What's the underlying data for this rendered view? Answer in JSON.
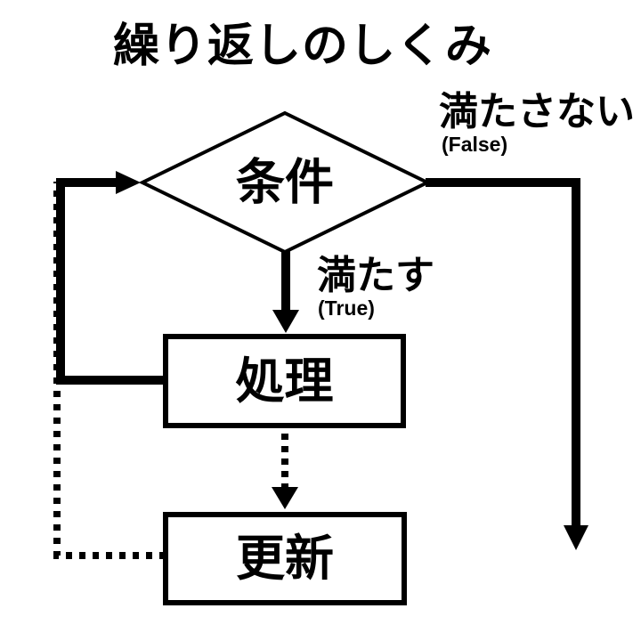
{
  "page": {
    "title": "繰り返しのしくみ",
    "background_color": "#ffffff",
    "ink_color": "#000000"
  },
  "flowchart": {
    "nodes": [
      {
        "id": "condition",
        "shape": "diamond",
        "label": "条件"
      },
      {
        "id": "process",
        "shape": "rectangle",
        "label": "処理"
      },
      {
        "id": "update",
        "shape": "rectangle",
        "label": "更新"
      }
    ],
    "edges": [
      {
        "from": "condition",
        "to": "process",
        "style": "solid-arrow",
        "label": "満たす",
        "sublabel": "(True)"
      },
      {
        "from": "condition",
        "to": "exit",
        "style": "solid-arrow",
        "label": "満たさない",
        "sublabel": "(False)"
      },
      {
        "from": "process",
        "to": "condition",
        "style": "solid-line",
        "label": ""
      },
      {
        "from": "process",
        "to": "update",
        "style": "dashed-arrow",
        "label": ""
      },
      {
        "from": "update",
        "to": "condition",
        "style": "dashed-line",
        "label": ""
      }
    ]
  }
}
